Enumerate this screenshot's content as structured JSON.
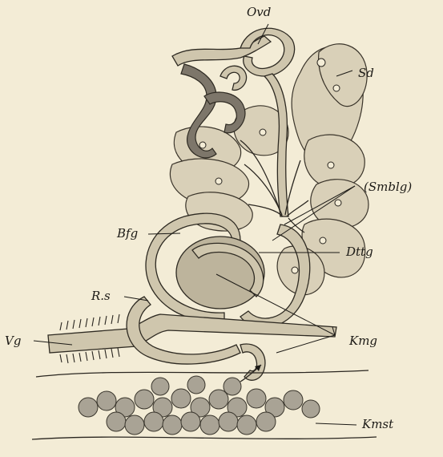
{
  "figure": {
    "labels": {
      "ovd": "Ovd",
      "sd": "Sd",
      "smblg": "(Smblg)",
      "bfg": "Bfg",
      "dttg": "Dttg",
      "rs": "R.s",
      "vg": "Vg",
      "kmg": "Kmg",
      "kmst": "Kmst"
    }
  }
}
